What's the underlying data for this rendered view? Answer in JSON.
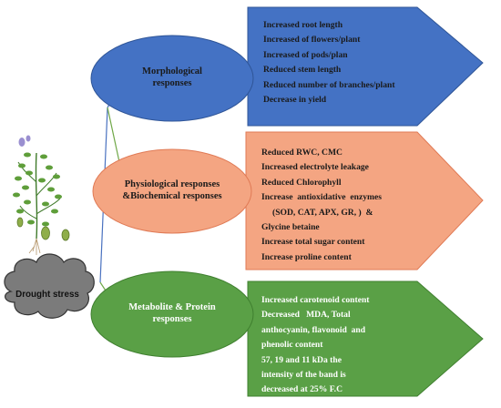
{
  "colors": {
    "morph_fill": "#4472c4",
    "physio_fill": "#f4a582",
    "metab_fill": "#5aa046",
    "cloud_fill": "#7b7b7b",
    "connector": "#70a848"
  },
  "icons": [
    "chickpea-plant-icon",
    "drought-cloud-icon"
  ],
  "cloud": {
    "label": "Drought stress"
  },
  "categories": [
    {
      "id": "morphological",
      "label_lines": [
        "Morphological",
        "responses"
      ],
      "items": [
        "Increased root length",
        "Increased of flowers/plant",
        "Increased of pods/plan",
        "Reduced stem length",
        "Reduced number of branches/plant",
        "Decrease in yield"
      ]
    },
    {
      "id": "physiological",
      "label_lines": [
        "Physiological responses",
        "&Biochemical responses"
      ],
      "items": [
        "Reduced RWC, CMC",
        "Increased electrolyte leakage",
        "Reduced Chlorophyll",
        "Increase  antioxidative  enzymes",
        "(SOD, CAT, APX, GR, )  &",
        "Glycine betaine",
        "Increase total sugar content",
        "Increase proline content"
      ]
    },
    {
      "id": "metabolite",
      "label_lines": [
        "Metabolite & Protein",
        "responses"
      ],
      "items": [
        "Increased carotenoid content",
        "Decreased   MDA, Total",
        "anthocyanin, flavonoid  and",
        "phenolic content",
        "57, 19 and 11 kDa the",
        "intensity of the band is",
        "decreased at 25% F.C"
      ]
    }
  ]
}
